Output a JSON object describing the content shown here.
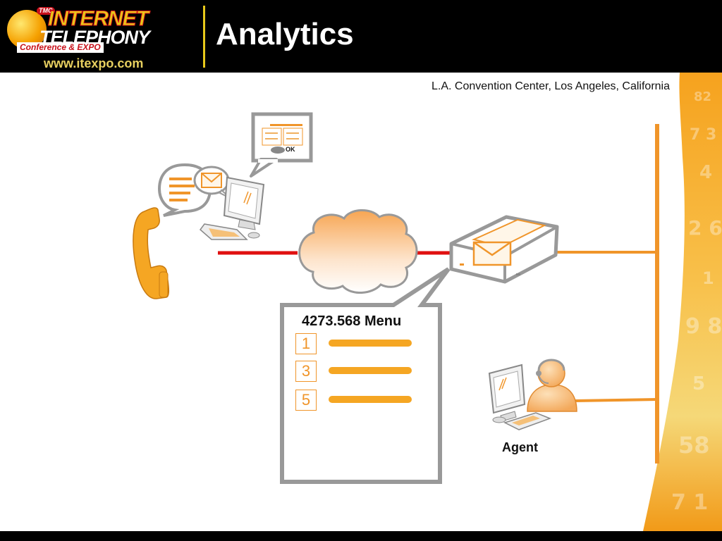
{
  "header": {
    "title": "Analytics",
    "logo": {
      "tmc": "TMC",
      "word1": "INTERNET",
      "word2": "TELEPHONY",
      "tagline": "Conference & EXPO",
      "url": "www.itexpo.com"
    }
  },
  "location": "L.A. Convention Center, Los Angeles, California",
  "diagram": {
    "screen_button_label": "OK",
    "menu": {
      "title": "4273.568 Menu",
      "options": [
        "1",
        "3",
        "5"
      ]
    },
    "agent_label": "Agent"
  },
  "colors": {
    "accent_orange": "#f0952a",
    "line_red": "#e01010",
    "frame_gray": "#999999",
    "header_bg": "#000000"
  },
  "icons": [
    "telephone-handset-icon",
    "chat-bubble-icon",
    "envelope-icon",
    "computer-terminal-icon",
    "cloud-network-icon",
    "mail-server-icon",
    "agent-headset-icon"
  ]
}
